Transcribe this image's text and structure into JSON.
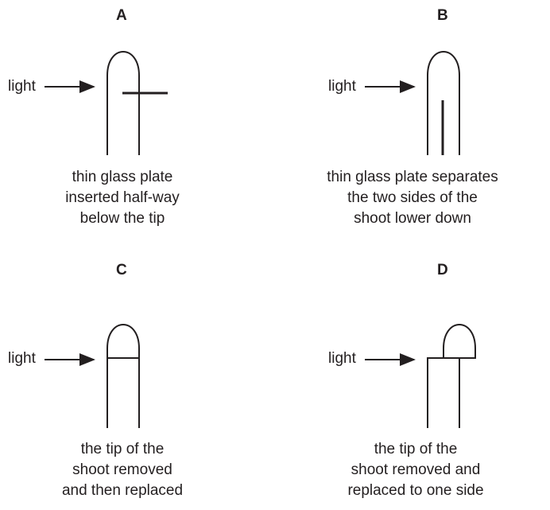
{
  "panels": [
    {
      "label": "A",
      "light": "light",
      "caption": [
        "thin glass plate",
        "inserted half-way",
        "below the tip"
      ]
    },
    {
      "label": "B",
      "light": "light",
      "caption": [
        "thin glass plate separates",
        "the two sides of the",
        "shoot lower down"
      ]
    },
    {
      "label": "C",
      "light": "light",
      "caption": [
        "the tip of the",
        "shoot removed",
        "and then replaced"
      ]
    },
    {
      "label": "D",
      "light": "light",
      "caption": [
        "the tip of the",
        "shoot removed and",
        "replaced to one side"
      ]
    }
  ]
}
